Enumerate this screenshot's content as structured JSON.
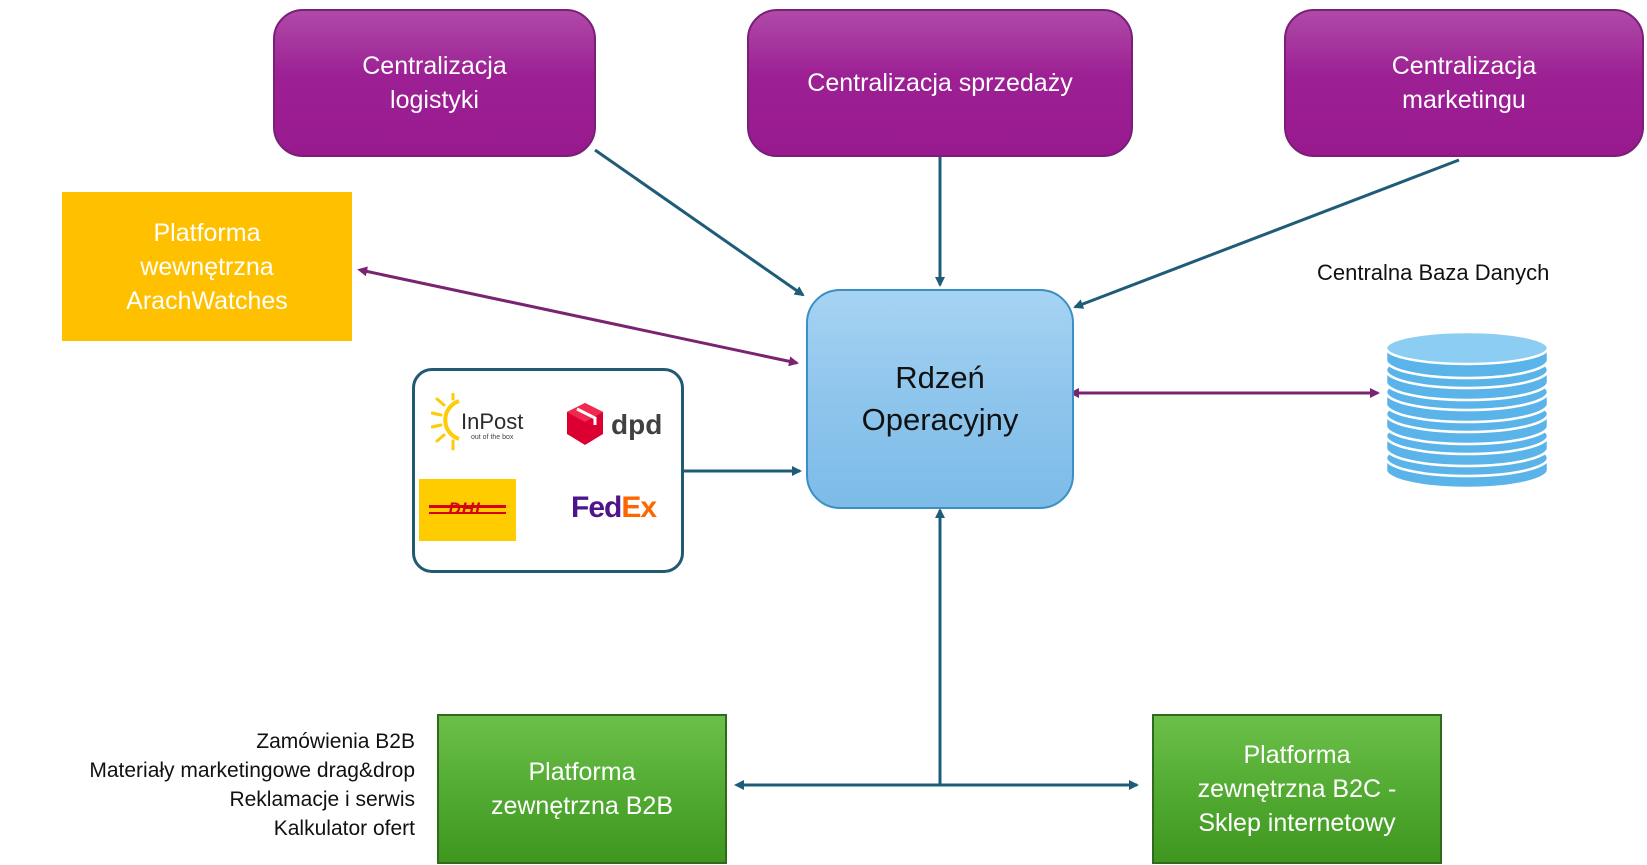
{
  "nodes": {
    "logistics": "Centralizacja\nlogistyki",
    "sales": "Centralizacja sprzedaży",
    "marketing": "Centralizacja\nmarketingu",
    "internal_platform": "Platforma\nwewnętrzna\nArachWatches",
    "core": "Rdzeń\nOperacyjny",
    "database_label": "Centralna Baza Danych",
    "b2b_platform": "Platforma\nzewnętrzna B2B",
    "b2c_platform": "Platforma\nzewnętrzna B2C -\nSklep internetowy"
  },
  "b2b_features": [
    "Zamówienia B2B",
    "Materiały marketingowe drag&drop",
    "Reklamacje i serwis",
    "Kalkulator ofert"
  ],
  "carriers": {
    "inpost": "InPost",
    "inpost_tagline": "out of the box",
    "dpd": "dpd",
    "dhl": "DHL",
    "fedex_fed": "Fed",
    "fedex_ex": "Ex"
  },
  "colors": {
    "purple": "#9c2094",
    "yellow": "#ffc000",
    "core_blue": "#8cc4ec",
    "green": "#4ea72e",
    "teal_arrow": "#1f5c78",
    "purple_arrow": "#7a2372",
    "db_blue": "#5ab4ea",
    "fedex_purple": "#4d148c",
    "fedex_orange": "#ff6600",
    "dpd_red": "#dc0032",
    "dhl_red": "#d40511",
    "inpost_yellow": "#ffcb05"
  }
}
